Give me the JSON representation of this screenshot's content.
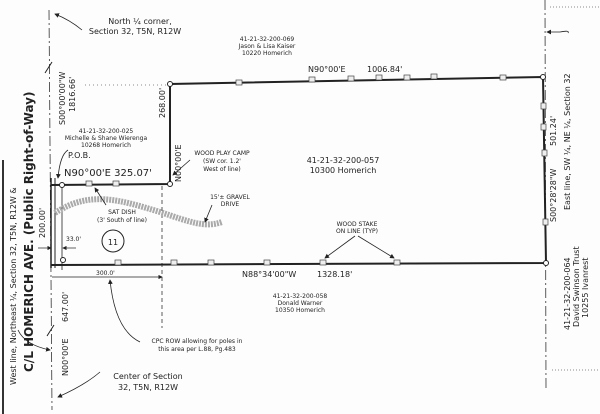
{
  "north_corner": [
    "North ¼ corner,",
    "Section 32, T5N, R12W"
  ],
  "center_section": [
    "Center of Section",
    "32, T5N, R12W"
  ],
  "west_line": "West line, Northeast ¼, Section 32, T5N, R12W &",
  "road": "C/L HOMERICH AVE. (Public Right-of-Way)",
  "east_line": "East line, SW ¼, NE ¼, Section 32",
  "pob": "P.O.B.",
  "bearings": {
    "west_upper": "S00°00'00\"W",
    "west_upper_dist": "1816.66'",
    "west_lower": "N00°00'E",
    "west_lower_dist": "647.00'",
    "small_top": "N90°00'E  325.07'",
    "small_vertical": "N00°00'E",
    "small_vertical_dist": "268.00'",
    "top": "N90°00'E",
    "top_dist": "1006.84'",
    "east": "S00°28'28\"W",
    "east_dist": "501.24'",
    "bottom": "N88°34'00\"W",
    "bottom_dist": "1328.18'",
    "frontage": "200.00'",
    "row_offset": "33.0'",
    "row_length": "300.0'"
  },
  "parcels": {
    "kaiser": [
      "41-21-32-200-069",
      "Jason & Lisa Kaiser",
      "10220 Homerich"
    ],
    "wierenga": [
      "41-21-32-200-025",
      "Michelle & Shane Wierenga",
      "10268 Homerich"
    ],
    "subject": [
      "41-21-32-200-057",
      "10300 Homerich"
    ],
    "warner": [
      "41-21-32-200-058",
      "Donald Warner",
      "10350 Homerich"
    ],
    "swinson": [
      "41-21-32-200-064",
      "David Swinson Trust",
      "10255 Ivanrest"
    ]
  },
  "notes": {
    "play_camp": [
      "WOOD PLAY CAMP",
      "(SW cor. 1.2'",
      "West of line)"
    ],
    "gravel": [
      "15'± GRAVEL",
      "DRIVE"
    ],
    "sat_dish": [
      "SAT DISH",
      "(3' South of line)"
    ],
    "wood_stake": [
      "WOOD STAKE",
      "ON LINE (TYP)"
    ],
    "cpc_row": [
      "CPC ROW allowing for poles in",
      "this area per L.88, Pg.483"
    ],
    "lot_number": "11"
  }
}
